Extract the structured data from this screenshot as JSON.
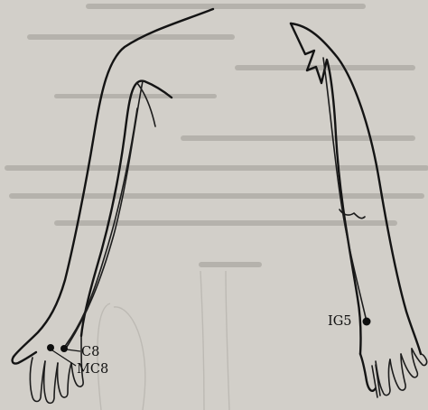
{
  "labels": {
    "c8": "C8",
    "mc8": "MC8",
    "ig5": "IG5"
  },
  "colors": {
    "paper": "#d2cfc9",
    "ink": "#141414",
    "bleed_through": "#b5b2ac"
  }
}
